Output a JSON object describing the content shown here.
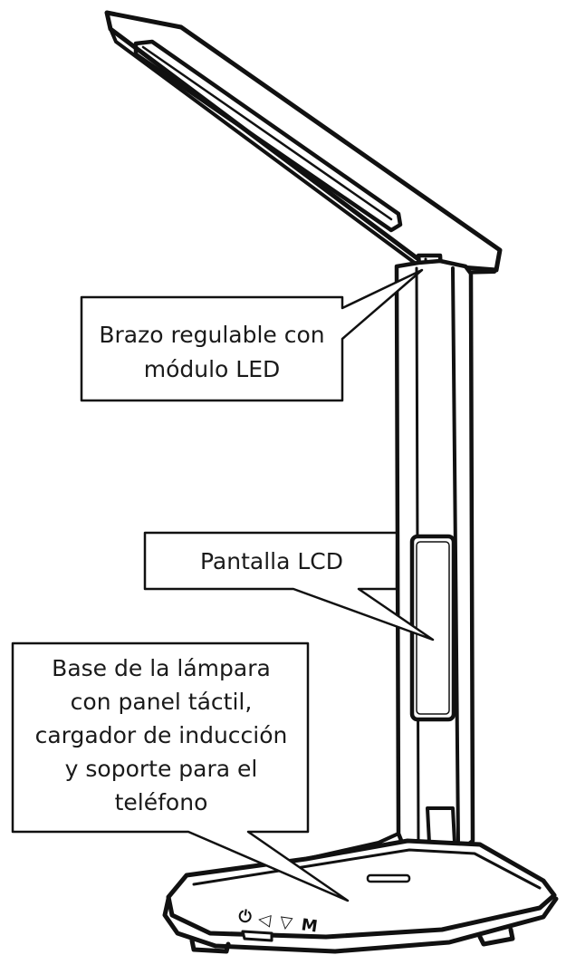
{
  "labels": {
    "arm": {
      "line1": "Brazo regulable con",
      "line2": "módulo LED"
    },
    "lcd": {
      "line1": "Pantalla LCD"
    },
    "base": {
      "line1": "Base de la lámpara",
      "line2": "con panel táctil,",
      "line3": "cargador de inducción",
      "line4": "y soporte para el",
      "line5": "teléfono"
    }
  },
  "base_button_glyphs": {
    "symbols": [
      "⏻",
      "◁",
      "▽",
      "M"
    ]
  },
  "colors": {
    "stroke": "#111111",
    "background": "#ffffff"
  }
}
